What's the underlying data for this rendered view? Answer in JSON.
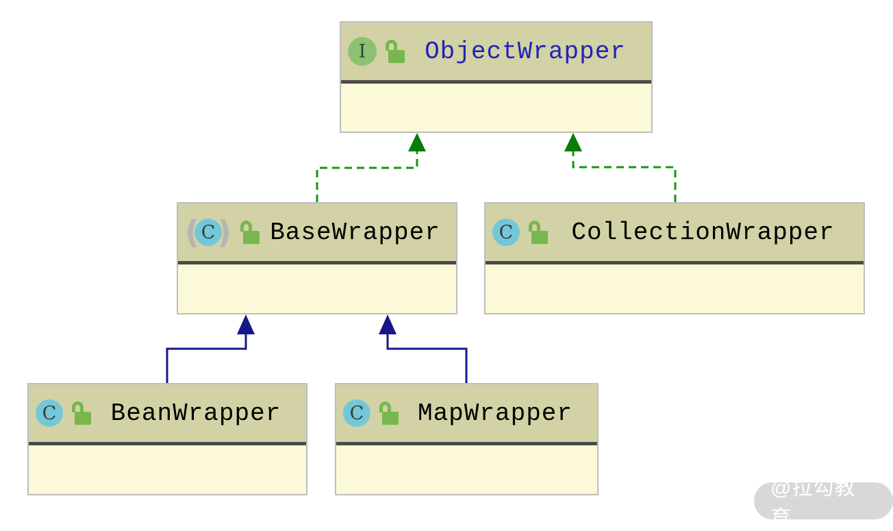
{
  "diagram": {
    "type": "uml-class-diagram",
    "nodes": [
      {
        "name": "ObjectWrapper",
        "kind": "interface",
        "icon_letter": "I",
        "visibility": "public"
      },
      {
        "name": "BaseWrapper",
        "kind": "abstract_class",
        "icon_letter": "C",
        "visibility": "public"
      },
      {
        "name": "CollectionWrapper",
        "kind": "class",
        "icon_letter": "C",
        "visibility": "public"
      },
      {
        "name": "BeanWrapper",
        "kind": "class",
        "icon_letter": "C",
        "visibility": "public"
      },
      {
        "name": "MapWrapper",
        "kind": "class",
        "icon_letter": "C",
        "visibility": "public"
      }
    ],
    "icon_glyphs": {
      "paren_open": "(",
      "paren_close": ")"
    },
    "edges": [
      {
        "from": "BaseWrapper",
        "to": "ObjectWrapper",
        "type": "realization",
        "line": "dashed",
        "color": "#0f9a0f"
      },
      {
        "from": "CollectionWrapper",
        "to": "ObjectWrapper",
        "type": "realization",
        "line": "dashed",
        "color": "#0f9a0f"
      },
      {
        "from": "BeanWrapper",
        "to": "BaseWrapper",
        "type": "inheritance",
        "line": "solid",
        "color": "#17178c"
      },
      {
        "from": "MapWrapper",
        "to": "BaseWrapper",
        "type": "inheritance",
        "line": "solid",
        "color": "#17178c"
      }
    ],
    "colors": {
      "node_header_bg": "#d2d2a6",
      "node_body_bg": "#fcf9d8",
      "node_border": "#bdbdbd",
      "header_separator": "#4a4a4a",
      "interface_icon_bg": "#8cc173",
      "class_icon_bg": "#74c7d9",
      "lock_icon_green": "#77b74e",
      "interface_name_text": "#2323b4",
      "class_name_text": "#000000",
      "realization_edge": "#0f9a0f",
      "inheritance_edge": "#17178c"
    }
  },
  "watermark": {
    "text": "@拉勾教育"
  }
}
